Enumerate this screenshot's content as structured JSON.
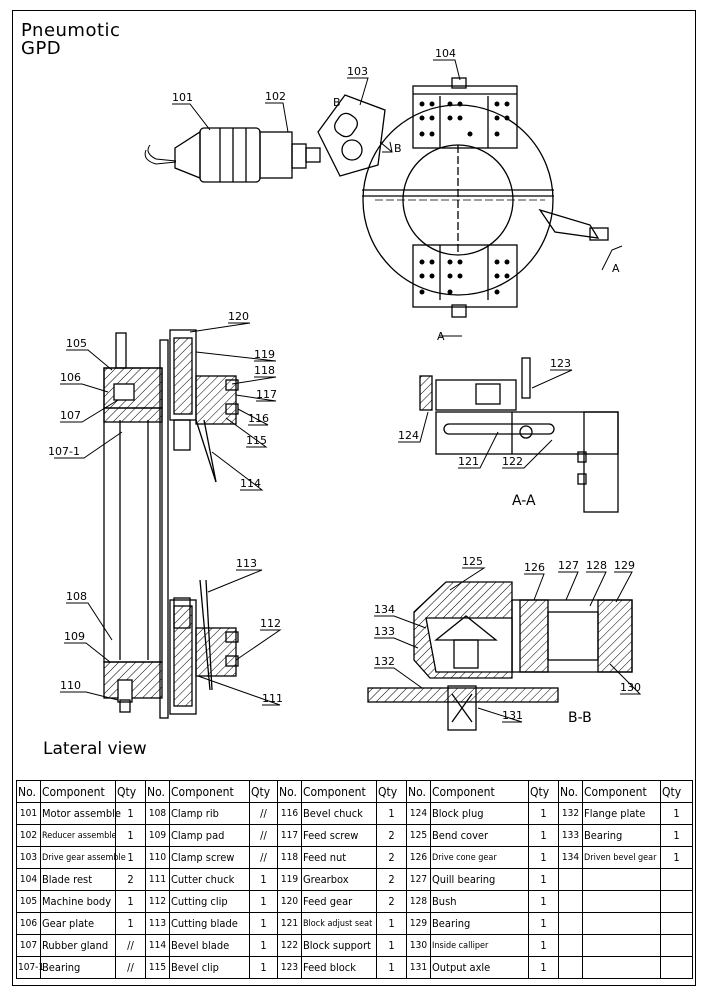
{
  "header": {
    "title_line1": "Pneumotic",
    "title_line2": "GPD"
  },
  "top_labels": [
    "101",
    "102",
    "103",
    "104"
  ],
  "lateral_labels": [
    "105",
    "106",
    "107",
    "107-1",
    "108",
    "109",
    "110",
    "111",
    "112",
    "113",
    "114",
    "115",
    "116",
    "117",
    "118",
    "119",
    "120"
  ],
  "section_a_labels": [
    "121",
    "122",
    "123",
    "124"
  ],
  "section_b_labels": [
    "125",
    "126",
    "127",
    "128",
    "129",
    "130",
    "131",
    "132",
    "133",
    "134"
  ],
  "marks": {
    "a": "A",
    "b": "B"
  },
  "section_titles": {
    "aa": "A-A",
    "bb": "B-B"
  },
  "lateral_view_title": "Lateral view",
  "bom": {
    "headers": [
      "No.",
      "Component",
      "Qty",
      "No.",
      "Component",
      "Qty",
      "No.",
      "Component",
      "Qty",
      "No.",
      "Component",
      "Qty",
      "No.",
      "Component",
      "Qty"
    ],
    "rows": [
      [
        [
          "101",
          "Motor assemble",
          "1"
        ],
        [
          "108",
          "Clamp rib",
          "//"
        ],
        [
          "116",
          "Bevel chuck",
          "1"
        ],
        [
          "124",
          "Block plug",
          "1"
        ],
        [
          "132",
          "Flange plate",
          "1"
        ]
      ],
      [
        [
          "102",
          "Reducer assemble",
          "1"
        ],
        [
          "109",
          "Clamp pad",
          "//"
        ],
        [
          "117",
          "Feed screw",
          "2"
        ],
        [
          "125",
          "Bend cover",
          "1"
        ],
        [
          "133",
          "Bearing",
          "1"
        ]
      ],
      [
        [
          "103",
          "Drive gear assemble",
          "1"
        ],
        [
          "110",
          "Clamp screw",
          "//"
        ],
        [
          "118",
          "Feed nut",
          "2"
        ],
        [
          "126",
          "Drive cone gear",
          "1"
        ],
        [
          "134",
          "Driven bevel gear",
          "1"
        ]
      ],
      [
        [
          "104",
          "Blade rest",
          "2"
        ],
        [
          "111",
          "Cutter chuck",
          "1"
        ],
        [
          "119",
          "Grearbox",
          "2"
        ],
        [
          "127",
          "Quill bearing",
          "1"
        ],
        [
          "",
          "",
          ""
        ]
      ],
      [
        [
          "105",
          "Machine body",
          "1"
        ],
        [
          "112",
          "Cutting clip",
          "1"
        ],
        [
          "120",
          "Feed gear",
          "2"
        ],
        [
          "128",
          "Bush",
          "1"
        ],
        [
          "",
          "",
          ""
        ]
      ],
      [
        [
          "106",
          "Gear plate",
          "1"
        ],
        [
          "113",
          "Cutting blade",
          "1"
        ],
        [
          "121",
          "Block adjust seat",
          "1"
        ],
        [
          "129",
          "Bearing",
          "1"
        ],
        [
          "",
          "",
          ""
        ]
      ],
      [
        [
          "107",
          "Rubber gland",
          "//"
        ],
        [
          "114",
          "Bevel blade",
          "1"
        ],
        [
          "122",
          "Block support",
          "1"
        ],
        [
          "130",
          "Inside calliper",
          "1"
        ],
        [
          "",
          "",
          ""
        ]
      ],
      [
        [
          "107-1",
          "Bearing",
          "//"
        ],
        [
          "115",
          "Bevel clip",
          "1"
        ],
        [
          "123",
          "Feed block",
          "1"
        ],
        [
          "131",
          "Output axle",
          "1"
        ],
        [
          "",
          "",
          ""
        ]
      ]
    ]
  }
}
